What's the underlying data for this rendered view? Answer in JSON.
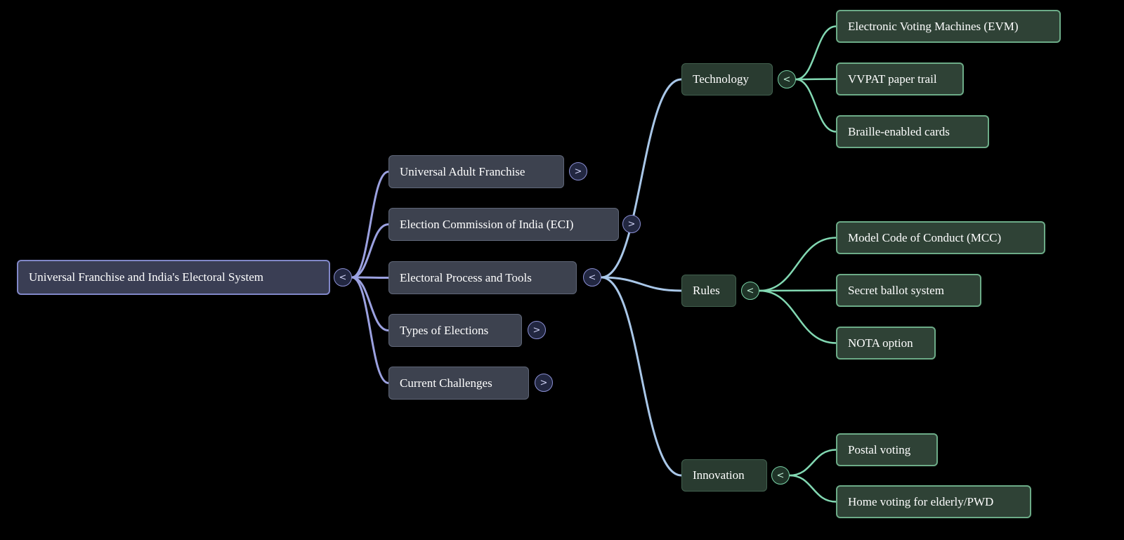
{
  "colors": {
    "background": "#000000",
    "text": "#ffffff",
    "root-fill": "#3a3e54",
    "root-border": "#8187c8",
    "l2-fill": "#3d424f",
    "l2-border": "#5f6678",
    "l3-fill": "#293b30",
    "l3-border": "#41604e",
    "l4-fill": "#2f4236",
    "l4-border": "#6cab87",
    "link-purple": "#9ba1e0",
    "link-blue": "#a9c7e8",
    "link-green": "#82d8b2",
    "toggle-purple-fill": "#222741",
    "toggle-purple-stroke": "#8a8fd4",
    "toggle-purple-text": "#cdd0f2",
    "toggle-green-fill": "#1f3428",
    "toggle-green-stroke": "#79d2a6",
    "toggle-green-text": "#bfeed6"
  },
  "mindmap": {
    "root": {
      "label": "Universal Franchise and India's Electoral System",
      "toggle": "<"
    },
    "level2": [
      {
        "label": "Universal Adult Franchise",
        "toggle": ">"
      },
      {
        "label": "Election Commission of India (ECI)",
        "toggle": ">"
      },
      {
        "label": "Electoral Process and Tools",
        "toggle": "<"
      },
      {
        "label": "Types of Elections",
        "toggle": ">"
      },
      {
        "label": "Current Challenges",
        "toggle": ">"
      }
    ],
    "level3": [
      {
        "label": "Technology",
        "toggle": "<"
      },
      {
        "label": "Rules",
        "toggle": "<"
      },
      {
        "label": "Innovation",
        "toggle": "<"
      }
    ],
    "level4": [
      {
        "label": "Electronic Voting Machines (EVM)"
      },
      {
        "label": "VVPAT paper trail"
      },
      {
        "label": "Braille-enabled cards"
      },
      {
        "label": "Model Code of Conduct (MCC)"
      },
      {
        "label": "Secret ballot system"
      },
      {
        "label": "NOTA option"
      },
      {
        "label": "Postal voting"
      },
      {
        "label": "Home voting for elderly/PWD"
      }
    ]
  }
}
